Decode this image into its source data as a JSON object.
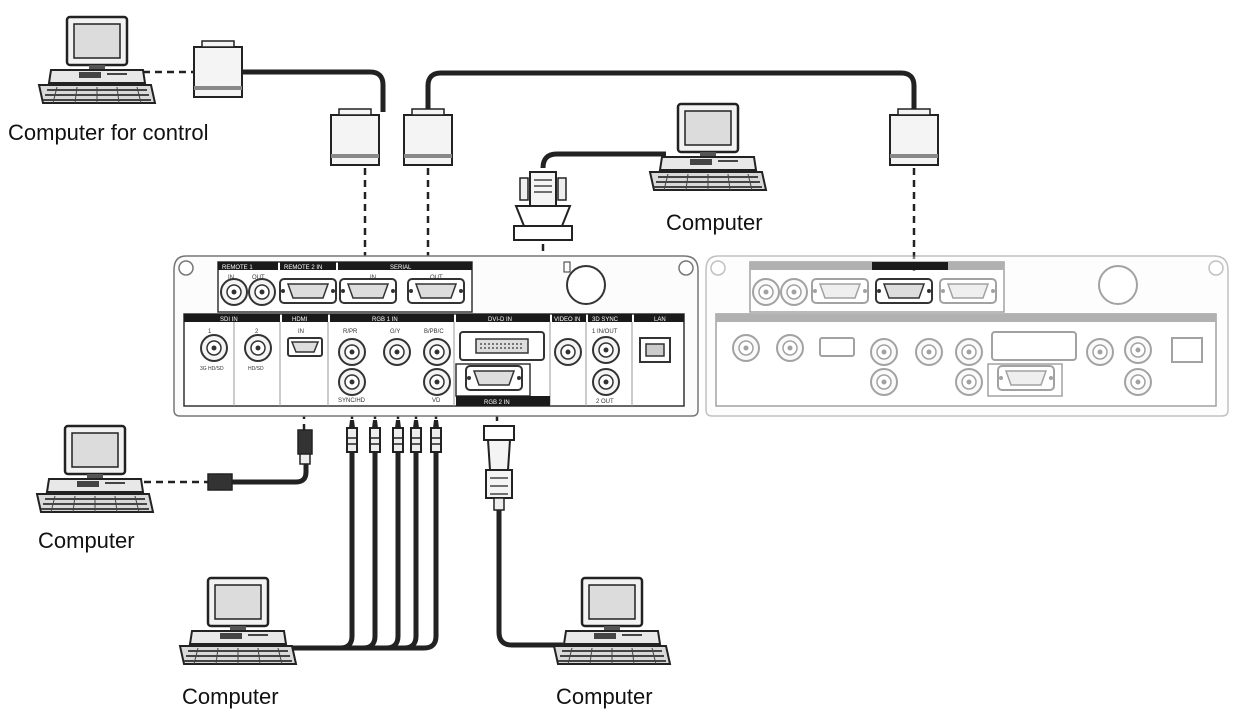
{
  "labels": {
    "computer_control": "Computer for control",
    "computer_top": "Computer",
    "computer_hdmi": "Computer",
    "computer_rgb1": "Computer",
    "computer_rgb2": "Computer"
  },
  "panel_labels": {
    "remote1": "REMOTE 1",
    "remote1_in": "IN",
    "remote1_out": "OUT",
    "remote2": "REMOTE 2 IN",
    "serial": "SERIAL",
    "serial_in": "IN",
    "serial_out": "OUT",
    "sdi": "SDI IN",
    "sdi1": "1",
    "sdi1_sub": "3G HD/SD",
    "sdi2": "2",
    "sdi2_sub": "HD/SD",
    "hdmi": "HDMI",
    "hdmi_in": "IN",
    "rgb1": "RGB 1 IN",
    "rpr": "R/PR",
    "gy": "G/Y",
    "bpbc": "B/PB/C",
    "synchd": "SYNC/HD",
    "vd": "VD",
    "dvid": "DVI-D IN",
    "rgb2": "RGB 2 IN",
    "video": "VIDEO IN",
    "sync3d": "3D SYNC",
    "sync_inout": "1 IN/OUT",
    "sync_out": "2 OUT",
    "lan": "LAN"
  },
  "colors": {
    "line": "#222222",
    "panel_border": "#777777",
    "faded": "#c6c6c6",
    "band": "#1a1a1a"
  }
}
